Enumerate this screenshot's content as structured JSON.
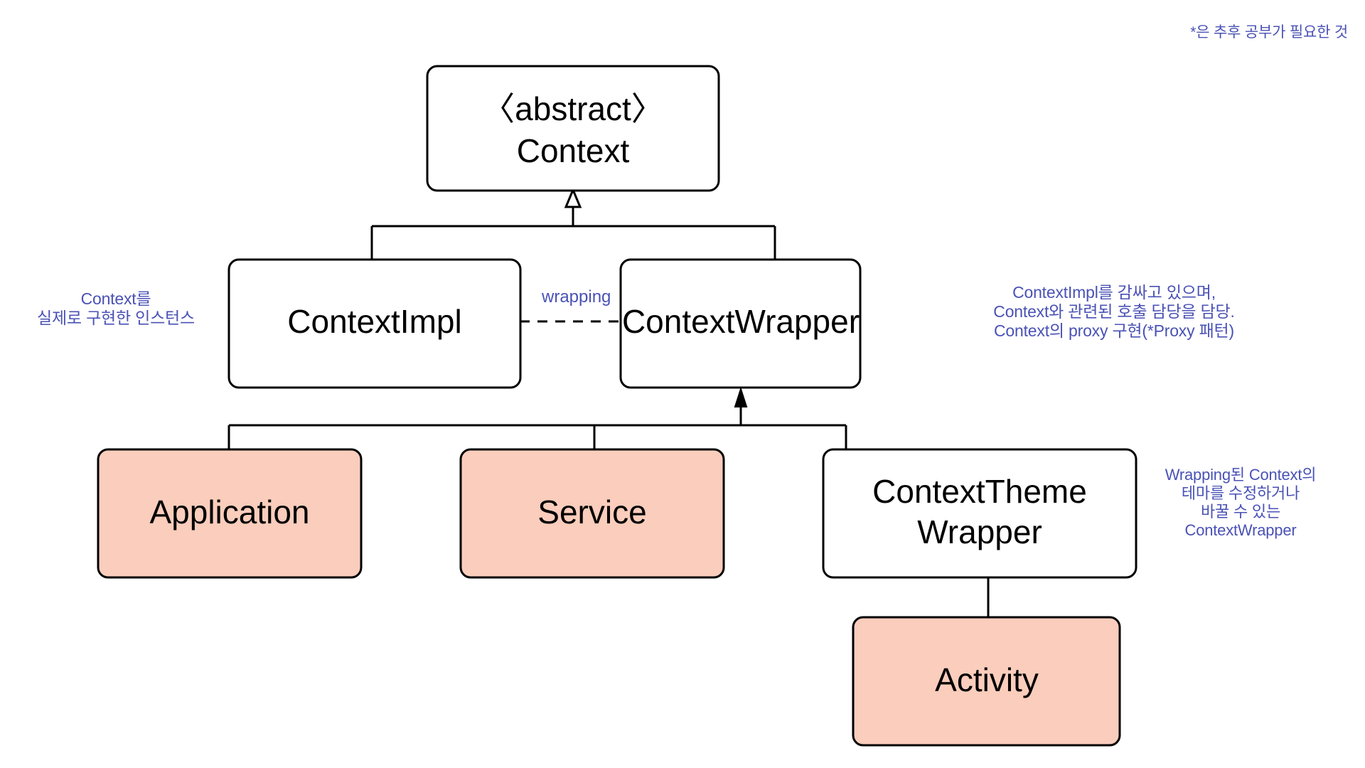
{
  "diagram": {
    "title_note": "*은 추후 공부가 필요한 것",
    "edge_labels": {
      "wrapping": "wrapping"
    },
    "nodes": {
      "context": {
        "line1": "〈abstract〉",
        "line2": "Context",
        "fill": "#ffffff"
      },
      "context_impl": {
        "label": "ContextImpl",
        "fill": "#ffffff"
      },
      "context_wrapper": {
        "label": "ContextWrapper",
        "fill": "#ffffff"
      },
      "application": {
        "label": "Application",
        "fill": "#facdbc"
      },
      "service": {
        "label": "Service",
        "fill": "#facdbc"
      },
      "context_theme_wrapper": {
        "line1": "ContextTheme",
        "line2": "Wrapper",
        "fill": "#ffffff"
      },
      "activity": {
        "label": "Activity",
        "fill": "#facdbc"
      }
    },
    "annotations": {
      "context_impl_note": "Context를\n실제로 구현한 인스턴스",
      "context_wrapper_note": "ContextImpl를 감싸고 있으며,\nContext와 관련된 호출 담당을 담당.\nContext의 proxy 구현(*Proxy 패턴)",
      "context_theme_wrapper_note": "Wrapping된 Context의\n테마를 수정하거나\n바꿀 수 있는\nContextWrapper"
    },
    "colors": {
      "annotation_blue": "#4a52b5",
      "node_fill_highlight": "#facdbc",
      "stroke": "#000000",
      "background": "#ffffff"
    }
  }
}
